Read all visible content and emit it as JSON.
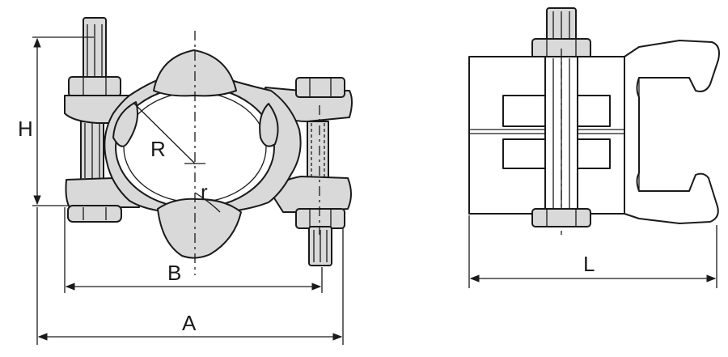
{
  "labels": {
    "height": "H",
    "outer_radius": "R",
    "inner_radius": "r",
    "inner_width": "B",
    "overall_width": "A",
    "length": "L"
  },
  "colors": {
    "line": "#1a1a1a",
    "part_fill": "#d9d9d9",
    "background": "#ffffff"
  }
}
